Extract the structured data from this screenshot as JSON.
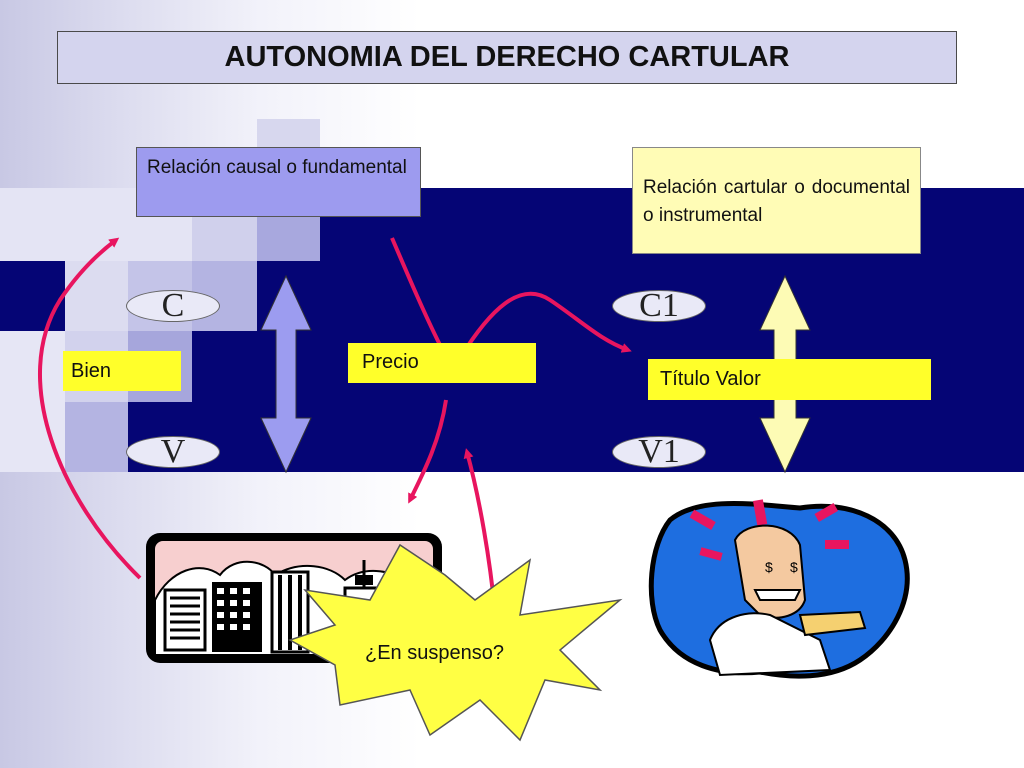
{
  "title": "AUTONOMIA DEL DERECHO CARTULAR",
  "boxes": {
    "causal": "Relación causal o fundamental",
    "cartular": "Relación cartular o documental o instrumental"
  },
  "labels": {
    "bien": "Bien",
    "precio": "Precio",
    "titulo_valor": "Título Valor",
    "en_suspenso": "¿En suspenso?"
  },
  "ovals": {
    "c": "C",
    "v": "V",
    "c1": "C1",
    "v1": "V1"
  },
  "colors": {
    "navy_band": "#050575",
    "title_box": "#d4d4ee",
    "causal_box": "#9d9bef",
    "cartular_box": "#fffcb6",
    "yellow_label": "#ffff2a",
    "arrow_pink": "#e8155f",
    "double_arrow_left": "#9c9cf0",
    "double_arrow_right": "#fdfbb5"
  },
  "icons": [
    "city-buildings-icon",
    "starburst-icon",
    "greedy-man-clipart-icon"
  ]
}
